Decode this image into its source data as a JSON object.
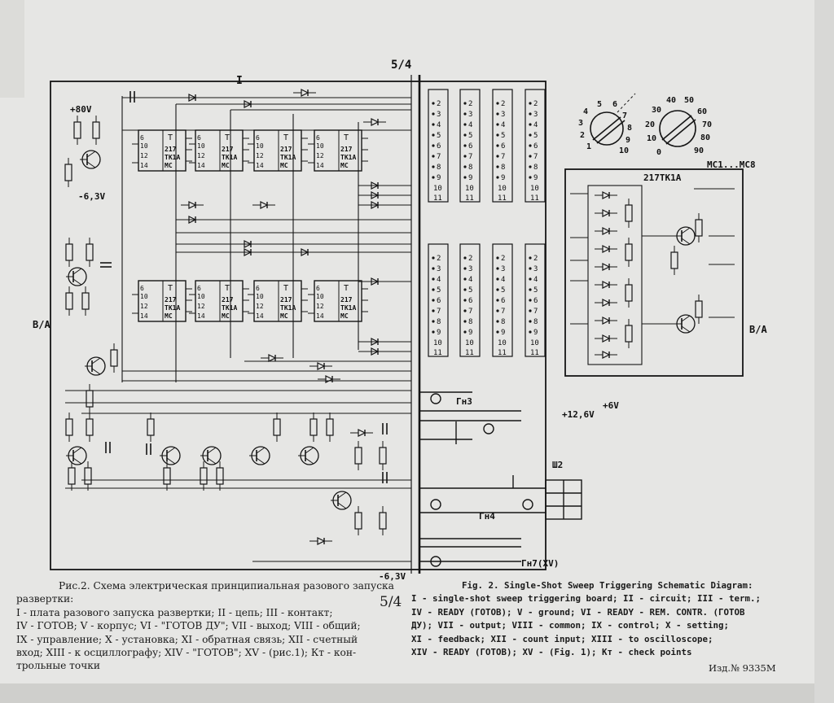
{
  "schematic": {
    "sheet_marker": "5/4",
    "board_label": "I",
    "section_labels": [
      "B/A",
      "B/A"
    ],
    "module_label": "MC1...MC8",
    "module_chip": "217TK1A",
    "supply_labels": [
      "+80V",
      "-6,3V",
      "+6V",
      "+12,6V",
      "-6,3V"
    ],
    "terminal_labels": [
      "Гн3",
      "Гн4",
      "Гн7(XV)",
      "Ш2"
    ],
    "dial_marks_left": [
      "1",
      "2",
      "3",
      "4",
      "5",
      "6",
      "7",
      "8",
      "9",
      "10"
    ],
    "dial_marks_right": [
      "0",
      "10",
      "20",
      "30",
      "40",
      "50",
      "60",
      "70",
      "80",
      "90"
    ]
  },
  "caption_ru": {
    "lines": [
      "Рис.2. Схема электрическая принципиальная разового запуска",
      "развертки:",
      "I - плата разового запуска развертки; II - цепь; III - контакт;",
      "IV - ГОТОВ; V - корпус; VI - \"ГОТОВ ДУ\"; VII - выход; VIII - общий;",
      "IX - управление; X - установка; XI - обратная связь; XII - счетный",
      "вход; XIII - к осциллографу; XIV - \"ГОТОВ\"; XV - (рис.1); Кт - кон-",
      "трольные точки"
    ]
  },
  "caption_en": {
    "lines": [
      "Fig. 2. Single-Shot Sweep Triggering Schematic Diagram:",
      "I - single-shot sweep triggering board; II - circuit; III - term.;",
      "IV - READY (ГОТОВ); V - ground; VI - READY - REM. CONTR. (ГОТОВ",
      "ДУ); VII - output; VIII - common; IX - control; X - setting;",
      "XI - feedback; XII - count input; XIII - to oscilloscope;",
      "XIV - READY (ГОТОВ); XV - (Fig. 1); Кт - check points"
    ]
  },
  "margin_mark": "5/4",
  "publication_no": "Изд.№ 9335М"
}
